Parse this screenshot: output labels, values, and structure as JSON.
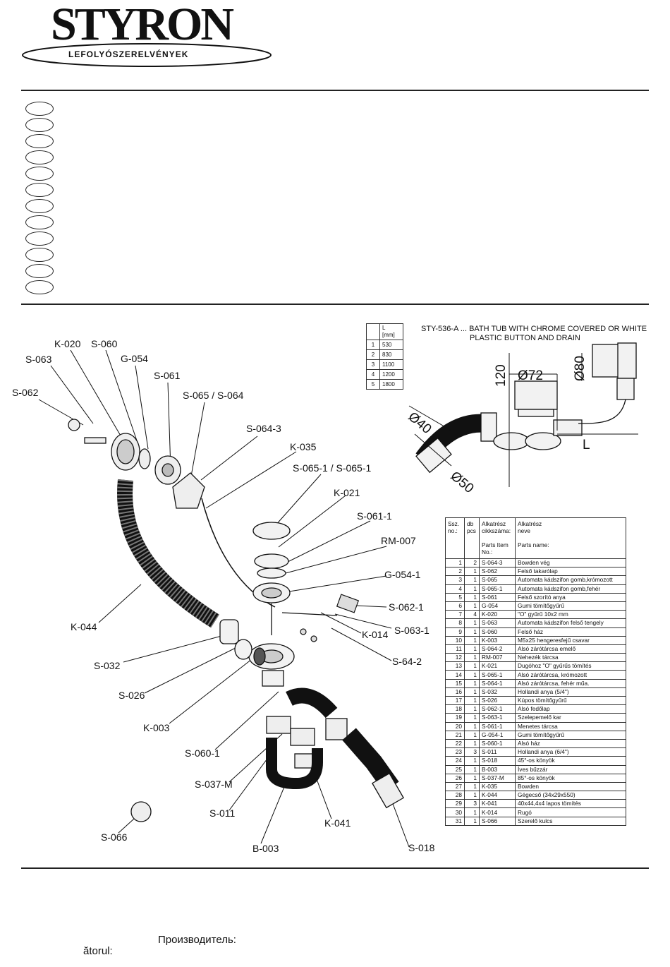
{
  "brand": {
    "name": "STYRON",
    "subtitle": "LEFOLYÓSZERELVÉNYEK"
  },
  "product": {
    "title_line1": "STY-536-A ...  BATH TUB WITH CHROME COVERED OR WHITE",
    "title_line2": "PLASTIC BUTTON AND DRAIN"
  },
  "dimensions": {
    "d40": "Ø40",
    "d50": "Ø50",
    "d72": "Ø72",
    "d80": "Ø80",
    "h120": "120",
    "L": "L"
  },
  "length_table": {
    "header": [
      "",
      "L\n[mm]"
    ],
    "rows": [
      [
        "1",
        "530"
      ],
      [
        "2",
        "830"
      ],
      [
        "3",
        "1100"
      ],
      [
        "4",
        "1200"
      ],
      [
        "5",
        "1800"
      ]
    ]
  },
  "parts_table": {
    "headers": {
      "no": "Ssz.\nno.:",
      "pcs": "db\npcs",
      "item": "Alkatrész\ncikkszáma:\n\nParts Item\nNo.:",
      "name": "Alkatrész\nneve\n\nParts name:"
    },
    "rows": [
      [
        "1",
        "2",
        "S-064-3",
        "Bowden vég"
      ],
      [
        "2",
        "1",
        "S-062",
        "Felső takarólap"
      ],
      [
        "3",
        "1",
        "S-065",
        "Automata kádszifon gomb,krómozott"
      ],
      [
        "4",
        "1",
        "S-065-1",
        "Automata kádszifon gomb,fehér"
      ],
      [
        "5",
        "1",
        "S-061",
        "Felső szorító anya"
      ],
      [
        "6",
        "1",
        "G-054",
        "Gumi tömítőgyűrű"
      ],
      [
        "7",
        "4",
        "K-020",
        "\"O\" gyűrű 10x2 mm"
      ],
      [
        "8",
        "1",
        "S-063",
        "Automata kádszifon felső tengely"
      ],
      [
        "9",
        "1",
        "S-060",
        "Felső ház"
      ],
      [
        "10",
        "1",
        "K-003",
        "M5x25 hengeresfejű csavar"
      ],
      [
        "11",
        "1",
        "S-064-2",
        "Alsó zárótárcsa emelő"
      ],
      [
        "12",
        "1",
        "RM-007",
        "Nehezék tárcsa"
      ],
      [
        "13",
        "1",
        "K-021",
        "Dugóhoz \"O\" gyűrűs tömítés"
      ],
      [
        "14",
        "1",
        "S-065-1",
        "Alsó zárótárcsa, krómozott"
      ],
      [
        "15",
        "1",
        "S-064-1",
        "Alsó zárótárcsa, fehér műa."
      ],
      [
        "16",
        "1",
        "S-032",
        "Hollandi anya (5/4\")"
      ],
      [
        "17",
        "1",
        "S-026",
        "Kúpos tömítőgyűrű"
      ],
      [
        "18",
        "1",
        "S-062-1",
        "Alsó fedőlap"
      ],
      [
        "19",
        "1",
        "S-063-1",
        "Szelepemelő kar"
      ],
      [
        "20",
        "1",
        "S-061-1",
        "Menetes tárcsa"
      ],
      [
        "21",
        "1",
        "G-054-1",
        "Gumi tömítőgyűrű"
      ],
      [
        "22",
        "1",
        "S-060-1",
        "Alsó ház"
      ],
      [
        "23",
        "3",
        "S-011",
        "Hollandi anya (6/4\")"
      ],
      [
        "24",
        "1",
        "S-018",
        "45°-os könyök"
      ],
      [
        "25",
        "1",
        "B-003",
        "Íves bűzzár"
      ],
      [
        "26",
        "1",
        "S-037-M",
        "85°-os könyök"
      ],
      [
        "27",
        "1",
        "K-035",
        "Bowden"
      ],
      [
        "28",
        "1",
        "K-044",
        "Gégecső (34x29x550)"
      ],
      [
        "29",
        "3",
        "K-041",
        "40x44,4x4 lapos tömítés"
      ],
      [
        "30",
        "1",
        "K-014",
        "Rugó"
      ],
      [
        "31",
        "1",
        "S-066",
        "Szerelő kulcs"
      ]
    ]
  },
  "callouts": [
    "K-020",
    "S-060",
    "S-063",
    "G-054",
    "S-062",
    "S-061",
    "S-065 / S-064",
    "S-064-3",
    "K-035",
    "S-065-1 / S-065-1",
    "K-021",
    "S-061-1",
    "RM-007",
    "G-054-1",
    "S-062-1",
    "K-014",
    "S-063-1",
    "K-044",
    "S-64-2",
    "S-032",
    "S-026",
    "K-003",
    "S-060-1",
    "S-037-M",
    "S-011",
    "K-041",
    "S-066",
    "B-003",
    "S-018"
  ],
  "footer": {
    "manufacturer_ru": "Производитель:",
    "manufacturer_ro_partial": "ătorul:"
  }
}
